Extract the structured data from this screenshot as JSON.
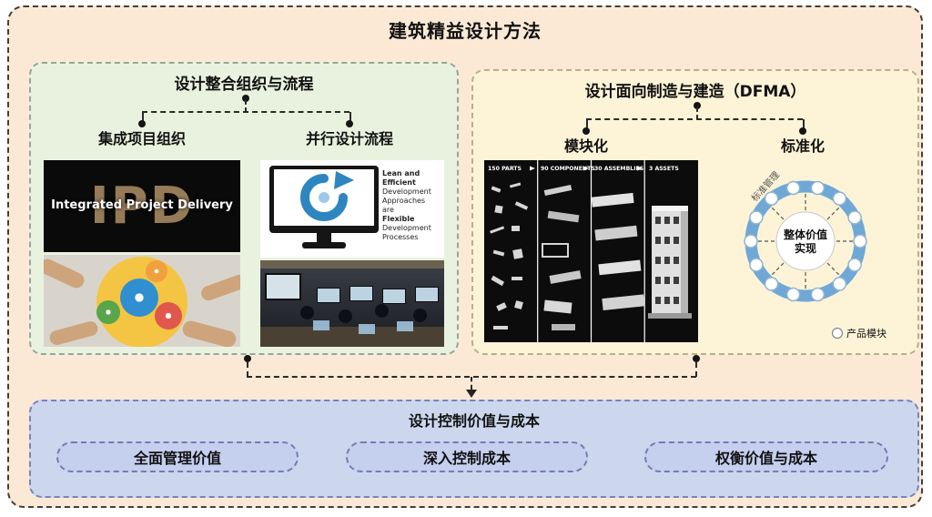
{
  "title": "建筑精益设计方法",
  "left_panel": {
    "title": "设计整合组织与流程",
    "item1": "集成项目组织",
    "item2": "并行设计流程",
    "ipd": {
      "phrase": "Integrated Project Delivery",
      "acronym": "IPD"
    },
    "monitor": {
      "lines": [
        "Lean and Efficient",
        "Development",
        "Approaches",
        "are",
        "Flexible",
        "Development",
        "Processes"
      ]
    }
  },
  "right_panel": {
    "title": "设计面向制造与建造（DFMA）",
    "item1": "模块化",
    "item2": "标准化",
    "stages": [
      "150 PARTS",
      "90 COMPONENTS",
      "30 ASSEMBLIES",
      "3 ASSETS"
    ],
    "circle": {
      "center_line1": "整体价值",
      "center_line2": "实现",
      "ring_label": "标准管理",
      "legend": "产品模块"
    }
  },
  "bottom_panel": {
    "title": "设计控制价值与成本",
    "items": [
      "全面管理价值",
      "深入控制成本",
      "权衡价值与成本"
    ]
  },
  "colors": {
    "outer_bg": "#fbe9d6",
    "left_panel_bg": "#e9f2df",
    "right_panel_bg": "#fdf3d7",
    "bottom_panel_bg": "#ccd7ee",
    "pill_bg": "#c5cfee",
    "accent_blue": "#6fa8d6"
  }
}
